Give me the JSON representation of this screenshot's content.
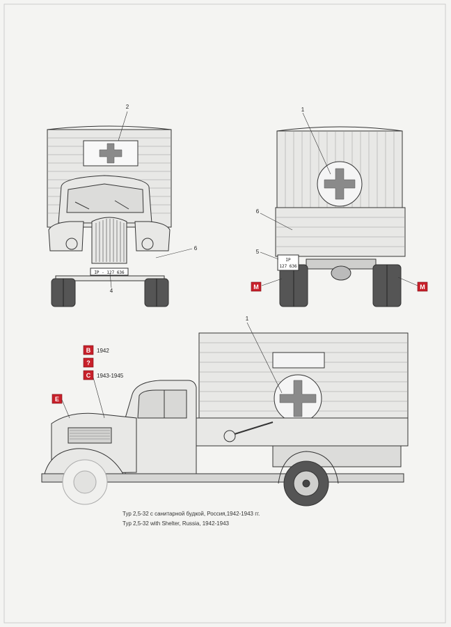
{
  "callouts": {
    "front_top": "2",
    "front_bottom": "4",
    "front_side": "6",
    "rear_top": "1",
    "rear_plate_arrow": "6",
    "rear_plate": "5",
    "side_top": "1"
  },
  "markers": {
    "m_left": "M",
    "m_right": "M",
    "e_label": "E"
  },
  "legend": [
    {
      "badge": "B",
      "text": "1942"
    },
    {
      "badge": "?",
      "text": ""
    },
    {
      "badge": "C",
      "text": "1943-1945"
    }
  ],
  "plates": {
    "front": "IP - 127 636",
    "rear_line1": "IP",
    "rear_line2": "127 636"
  },
  "captions": {
    "russian": "Тур 2,5-32 с санитарной будкой, Россия,1942-1943 гг.",
    "english": "Typ 2,5-32 with Shelter, Russia, 1942-1943"
  },
  "colors": {
    "body": "#e8e8e6",
    "line": "#333333",
    "marker": "#c8202a",
    "cross": "#8a8a8a"
  }
}
